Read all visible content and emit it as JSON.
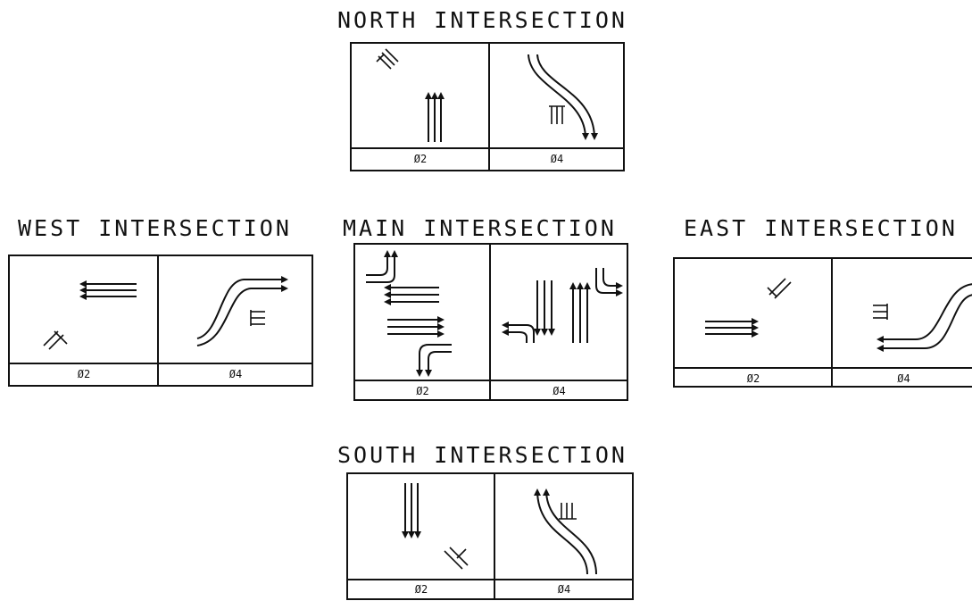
{
  "intersections": {
    "north": {
      "title": "NORTH INTERSECTION",
      "phases": [
        "Ø2",
        "Ø4"
      ]
    },
    "west": {
      "title": "WEST INTERSECTION",
      "phases": [
        "Ø2",
        "Ø4"
      ]
    },
    "main": {
      "title": "MAIN INTERSECTION",
      "phases": [
        "Ø2",
        "Ø4"
      ]
    },
    "east": {
      "title": "EAST INTERSECTION",
      "phases": [
        "Ø2",
        "Ø4"
      ]
    },
    "south": {
      "title": "SOUTH INTERSECTION",
      "phases": [
        "Ø2",
        "Ø4"
      ]
    }
  },
  "colors": {
    "line": "#111111",
    "background": "#ffffff"
  }
}
